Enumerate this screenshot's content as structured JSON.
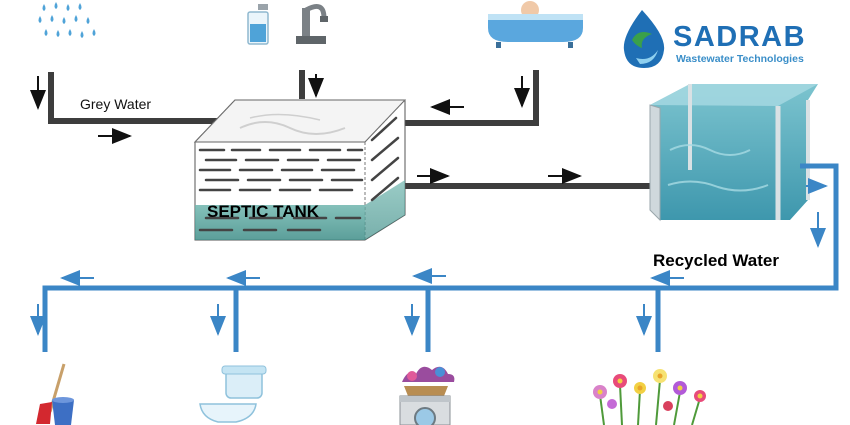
{
  "labels": {
    "grey_water": "Grey Water",
    "septic_tank": "SEPTIC TANK",
    "recycled_water": "Recycled Water"
  },
  "logo": {
    "name": "SADRAB",
    "tagline": "Wastewater Technologies",
    "icon": "water-drop-swirl-icon"
  },
  "icons": {
    "sources": [
      "shower-icon",
      "glass-and-faucet-icon",
      "bathtub-icon"
    ],
    "uses": [
      "mop-bucket-icon",
      "toilet-icon",
      "washing-machine-icon",
      "flowers-icon"
    ]
  },
  "colors": {
    "grey_pipe": "#3d3d3d",
    "recycled_pipe": "#3b86c6",
    "tank_water": "#5fb0c0",
    "brand_blue": "#1f6fb5",
    "brand_green": "#3aa04a"
  }
}
